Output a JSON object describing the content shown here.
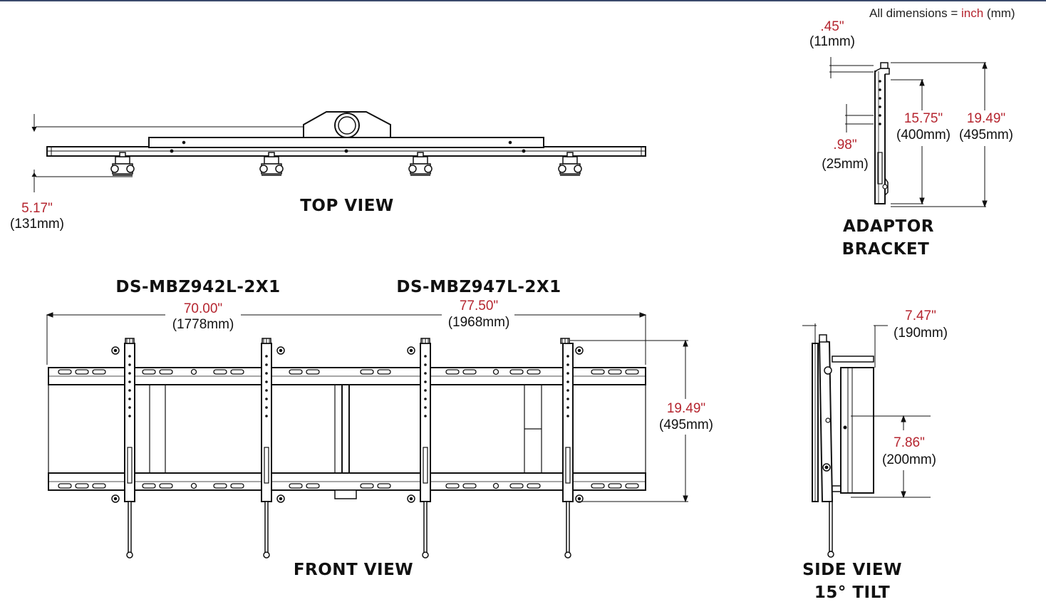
{
  "note": {
    "prefix": "All dimensions = ",
    "unit_inch": "inch",
    "unit_mm": "(mm)"
  },
  "views": {
    "top": "TOP VIEW",
    "front": "FRONT VIEW",
    "adaptor_line1": "ADAPTOR",
    "adaptor_line2": "BRACKET",
    "side_line1": "SIDE VIEW",
    "side_line2": "15° TILT"
  },
  "models": {
    "left": "DS-MBZ942L-2X1",
    "right": "DS-MBZ947L-2X1"
  },
  "dims": {
    "top_depth_in": "5.17\"",
    "top_depth_mm": "(131mm)",
    "width_942_in": "70.00\"",
    "width_942_mm": "(1778mm)",
    "width_947_in": "77.50\"",
    "width_947_mm": "(1968mm)",
    "front_height_in": "19.49\"",
    "front_height_mm": "(495mm)",
    "ad_offset_in": ".45\"",
    "ad_offset_mm": "(11mm)",
    "ad_pitch_in": ".98\"",
    "ad_pitch_mm": "(25mm)",
    "ad_inner_in": "15.75\"",
    "ad_inner_mm": "(400mm)",
    "ad_outer_in": "19.49\"",
    "ad_outer_mm": "(495mm)",
    "side_depth_in": "7.47\"",
    "side_depth_mm": "(190mm)",
    "side_mid_in": "7.86\"",
    "side_mid_mm": "(200mm)"
  },
  "colors": {
    "dimension_red": "#b5252f",
    "line": "#111111",
    "header_rule": "#3a4a6b"
  }
}
